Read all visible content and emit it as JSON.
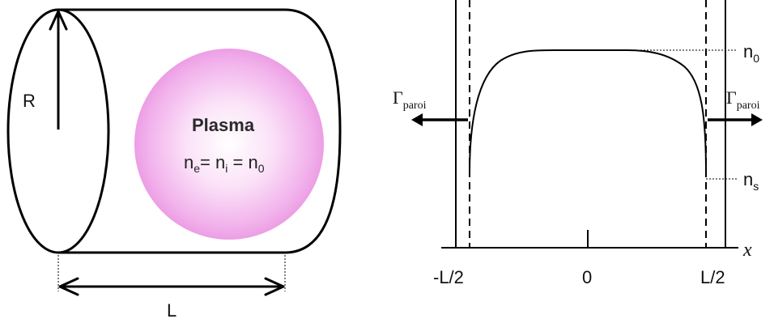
{
  "cylinder": {
    "radius_label": "R",
    "length_label": "L",
    "plasma_title": "Plasma",
    "formula": {
      "ne_base": "n",
      "ne_sub": "e",
      "eq1": "= n",
      "ni_sub": "i",
      "eq2": " = n",
      "n0_sub": "0"
    }
  },
  "profile": {
    "n0_base": "n",
    "n0_sub": "0",
    "ns_base": "n",
    "ns_sub": "s",
    "flux_left_symbol": "Γ",
    "flux_left_sub": "paroi",
    "flux_right_symbol": "Γ",
    "flux_right_sub": "paroi",
    "x_axis_label": "x",
    "tick_left": "-L/2",
    "tick_center": "0",
    "tick_right": "L/2"
  },
  "colors": {
    "line": "#000000",
    "plasma_center": "#ffffff",
    "plasma_mid": "#f6bff0",
    "plasma_edge": "#ee9fe6"
  }
}
